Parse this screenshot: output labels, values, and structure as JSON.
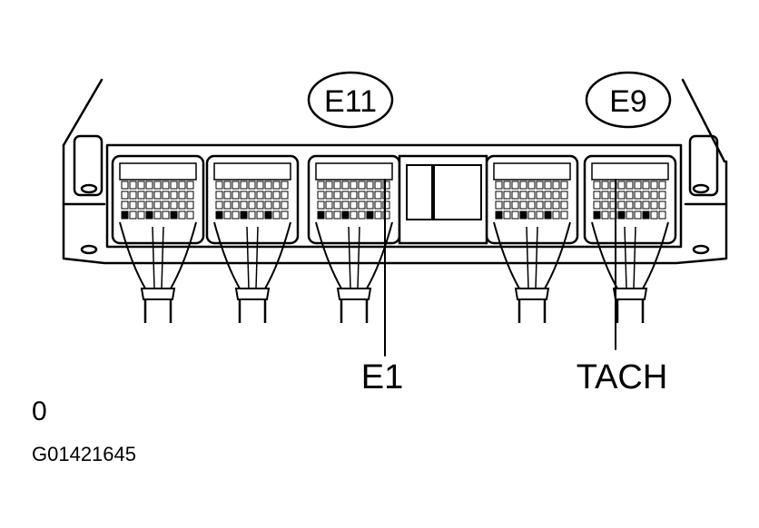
{
  "callouts": {
    "connector_left": "E11",
    "connector_right": "E9"
  },
  "pins": {
    "ground": "E1",
    "tach": "TACH"
  },
  "footer": {
    "marker": "0",
    "figure_id": "G01421645"
  }
}
